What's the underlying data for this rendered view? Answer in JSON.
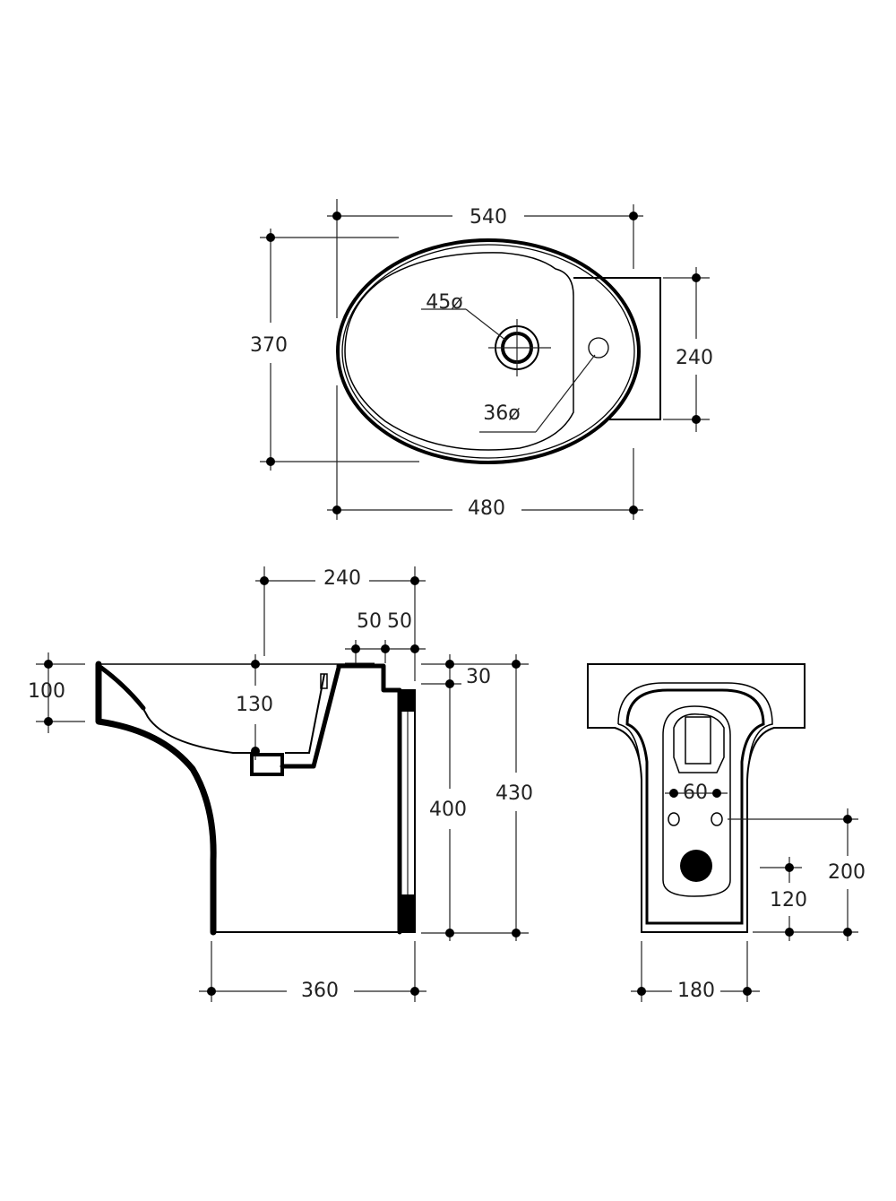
{
  "top_view": {
    "width_overall": "540",
    "depth_overall": "370",
    "width_bowl": "480",
    "deck_depth": "240",
    "tap_hole": "45ø",
    "overflow_hole": "36ø"
  },
  "side_view": {
    "tap_offset": "240",
    "offset_a": "50",
    "offset_b": "50",
    "rim_height": "100",
    "bowl_depth": "130",
    "deck_thickness": "30",
    "wall_height": "400",
    "total_height": "430",
    "base_depth": "360"
  },
  "front_view": {
    "fixing_spacing": "60",
    "fixing_height": "200",
    "waste_height": "120",
    "base_width": "180"
  },
  "colors": {
    "line": "#000000",
    "text": "#222222"
  }
}
